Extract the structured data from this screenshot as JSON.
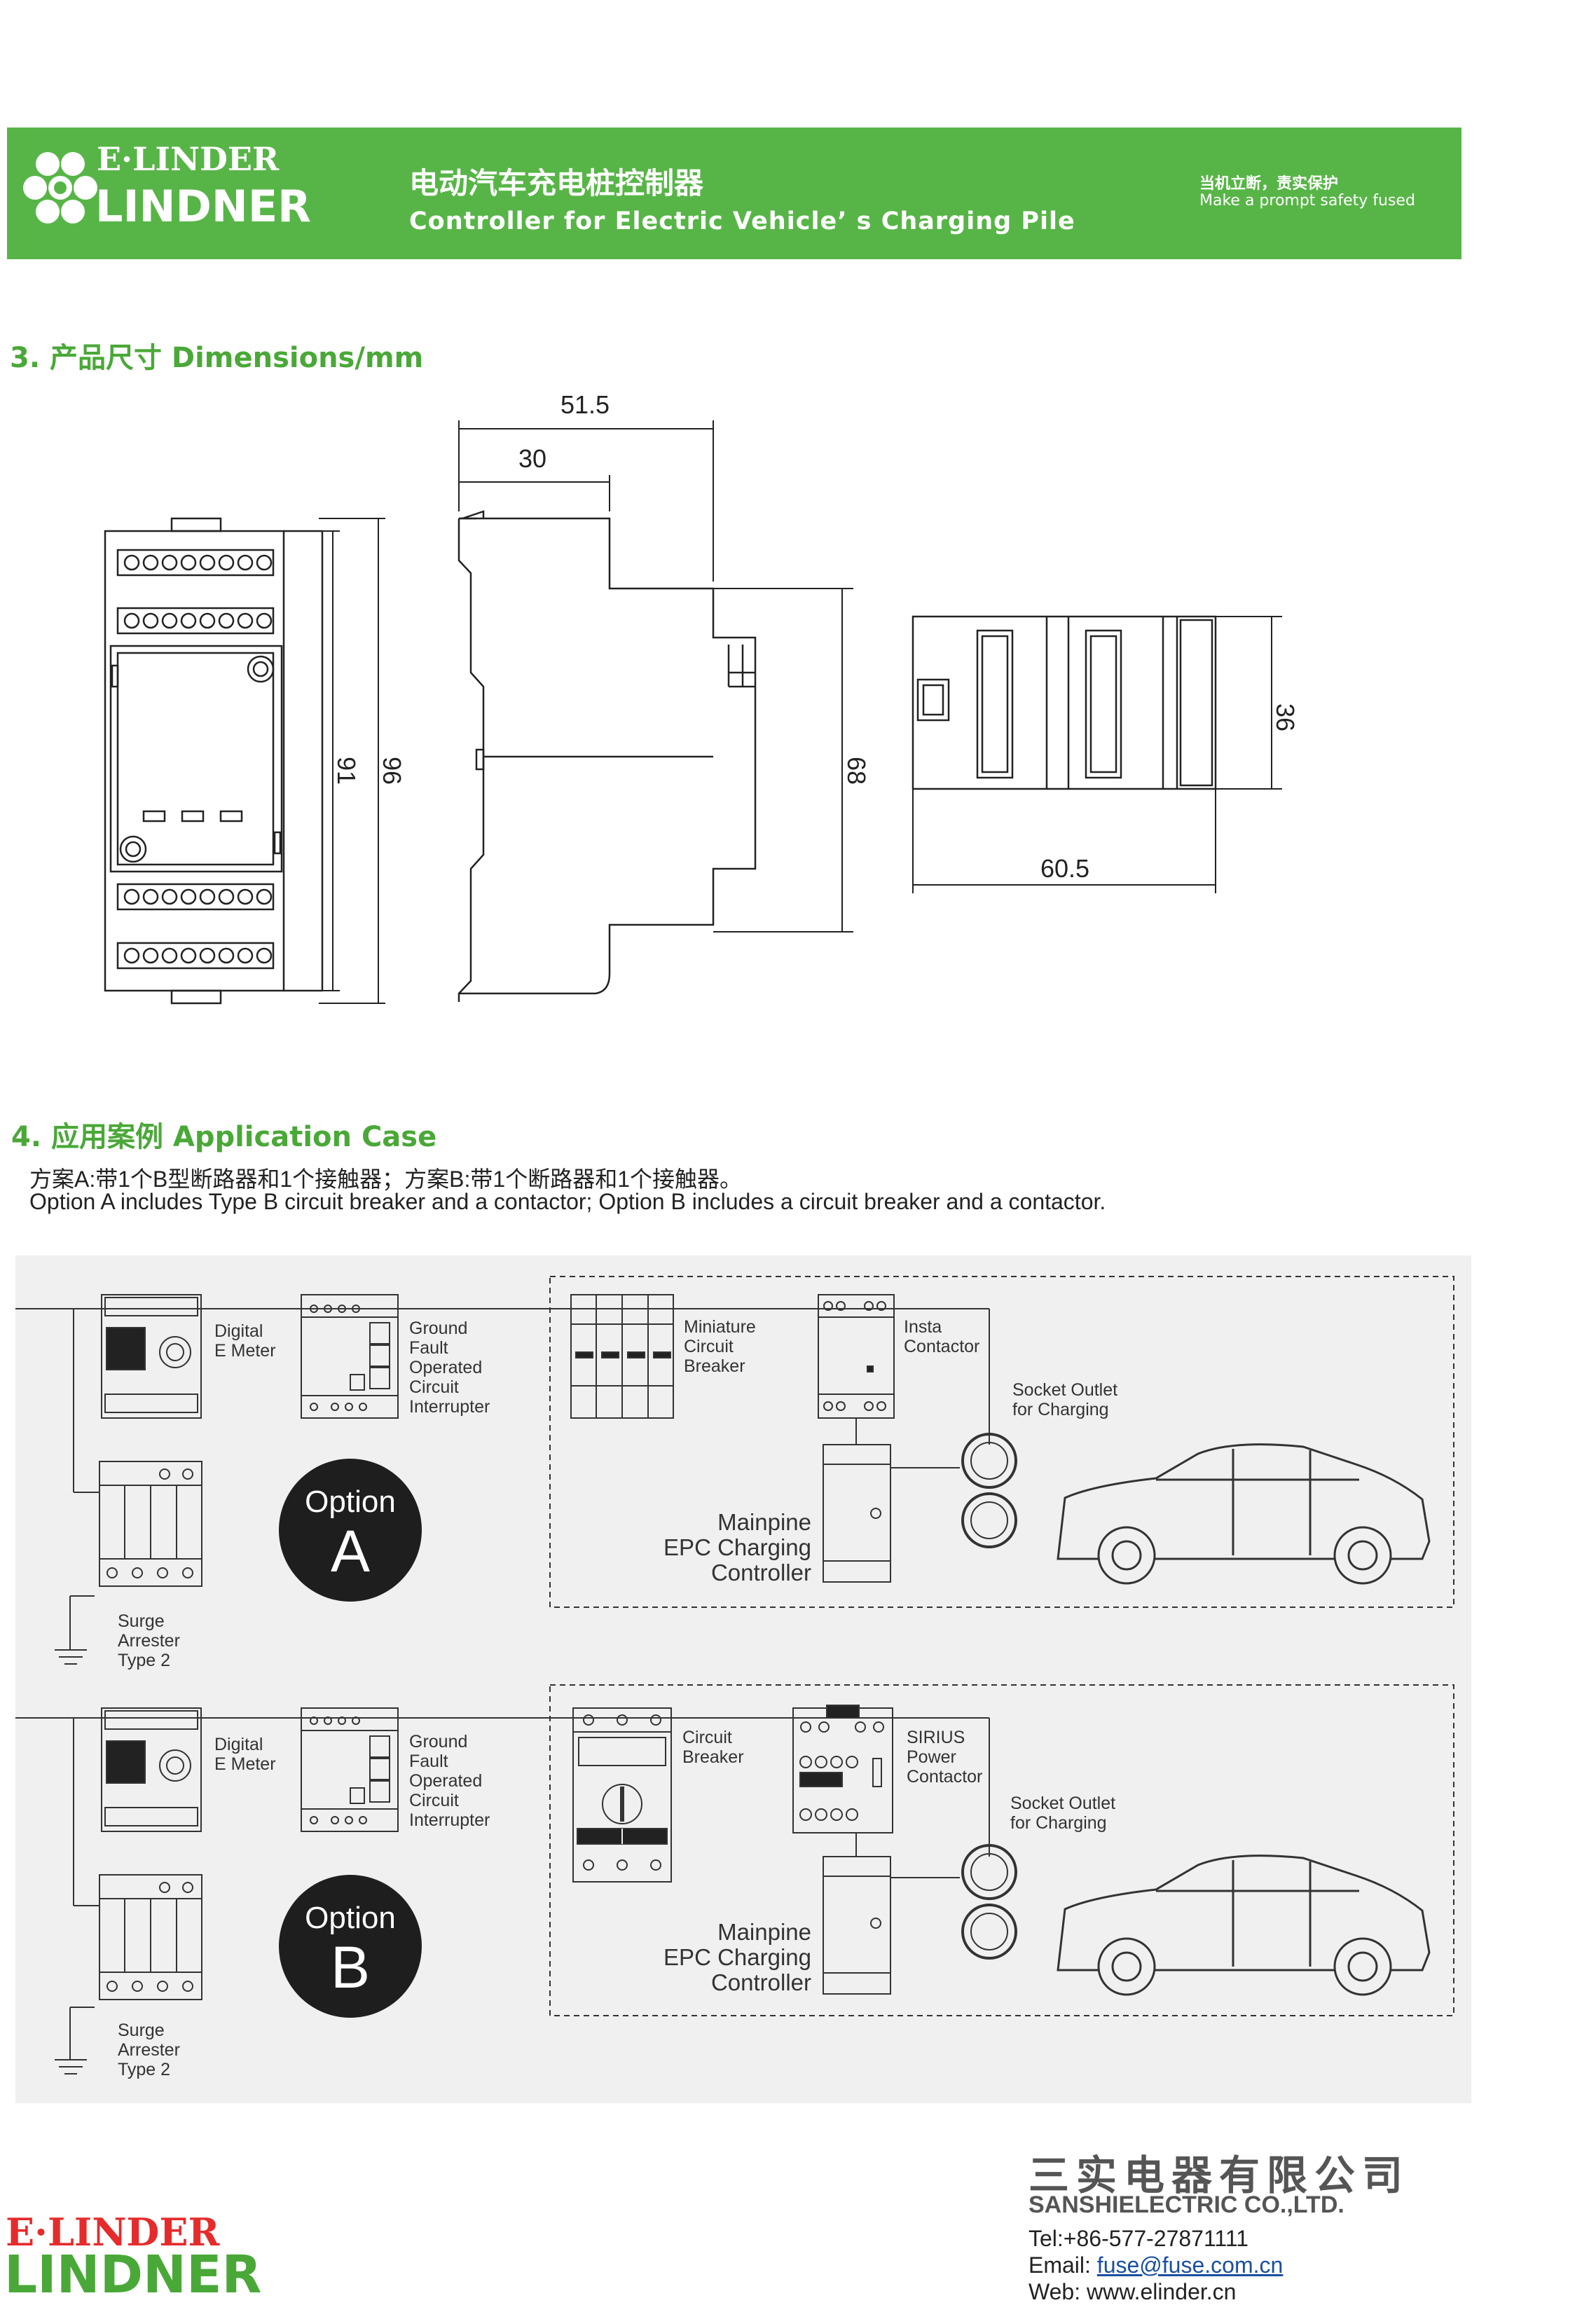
{
  "header": {
    "brand_top": "E·LINDER",
    "brand_bottom": "LINDNER",
    "title_cn": "电动汽车充电桩控制器",
    "title_en": "Controller  for Electric Vehicle’ s Charging Pile",
    "slogan_cn": "当机立断，责实保护",
    "slogan_en": "Make a prompt safety fused"
  },
  "section3": {
    "title": "3. 产品尺寸 Dimensions/mm",
    "dims": {
      "d51_5": "51.5",
      "d30": "30",
      "d91": "91",
      "d96": "96",
      "d68": "68",
      "d36": "36",
      "d60_5": "60.5"
    }
  },
  "section4": {
    "title": "4. 应用案例 Application Case",
    "desc_cn": "方案A:带1个B型断路器和1个接触器；方案B:带1个断路器和1个接触器。",
    "desc_en": "Option A includes Type B circuit breaker and a contactor; Option B includes a circuit breaker and a contactor."
  },
  "diagram": {
    "option_word": "Option",
    "option_a": "A",
    "option_b": "B",
    "digital_meter": "Digital\nE Meter",
    "gfci": "Ground\nFault\nOperated\nCircuit\nInterrupter",
    "mcb": "Miniature\nCircuit\nBreaker",
    "insta": "Insta\nContactor",
    "socket": "Socket Outlet\nfor Charging",
    "mainpine": "Mainpine\nEPC Charging\nController",
    "surge": "Surge\nArrester\nType 2",
    "cb": "Circuit\nBreaker",
    "sirius": "SIRIUS\nPower\nContactor"
  },
  "footer": {
    "company_cn": "三实电器有限公司",
    "company_en": "SANSHIELECTRIC CO.,LTD.",
    "tel": "Tel:+86-577-27871111",
    "email_label": "Email: ",
    "email": "fuse@fuse.com.cn",
    "web": "Web: www.elinder.cn",
    "brand_top": "E·LINDER",
    "brand_bottom": "LINDNER"
  },
  "colors": {
    "brand_green": "#57b547",
    "title_green": "#4aa838",
    "footer_red": "#e52b2b"
  }
}
